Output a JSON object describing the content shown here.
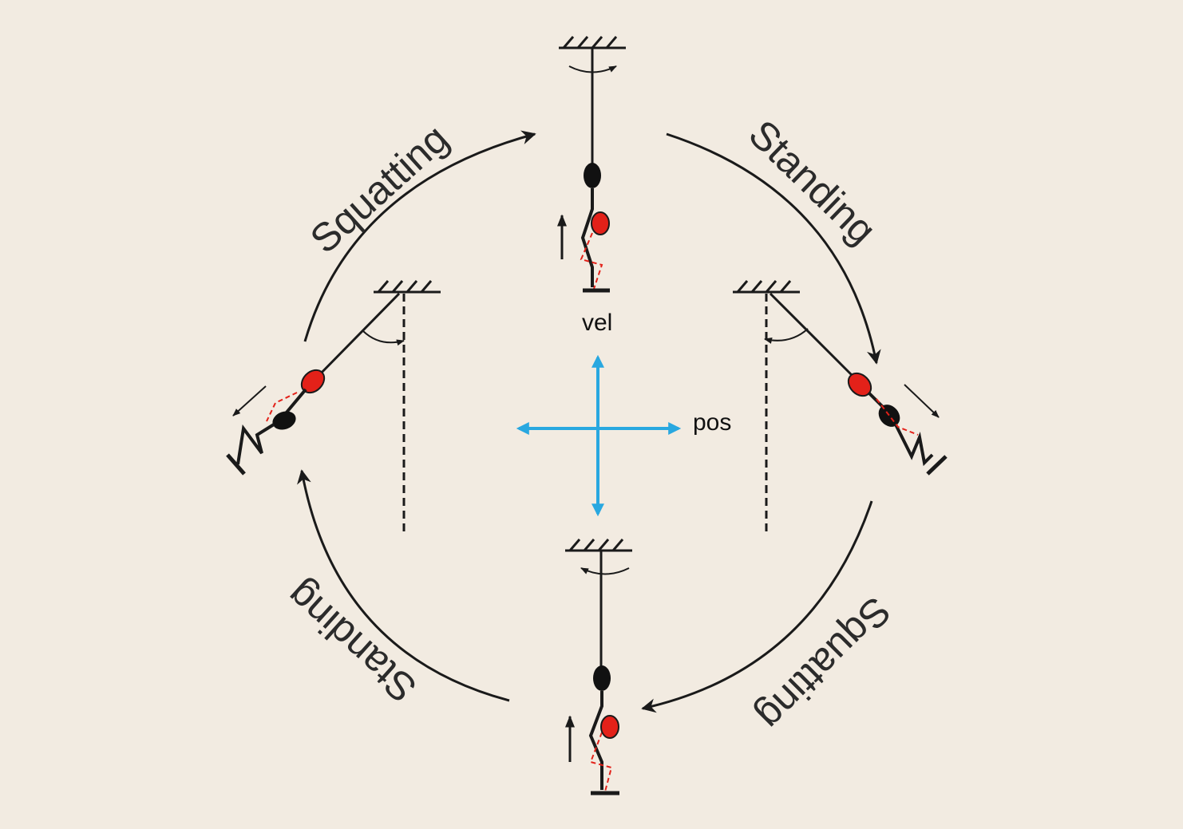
{
  "labels": {
    "squatting_top_left": "Squatting",
    "standing_top_right": "Standing",
    "standing_bottom_left": "Standing",
    "squatting_bottom_right": "Squatting"
  },
  "axes": {
    "velocity": "vel",
    "position": "pos"
  },
  "colors": {
    "background": "#f2ebe1",
    "line": "#1a1a1a",
    "accent": "#e32119",
    "axis": "#29a8e0"
  }
}
